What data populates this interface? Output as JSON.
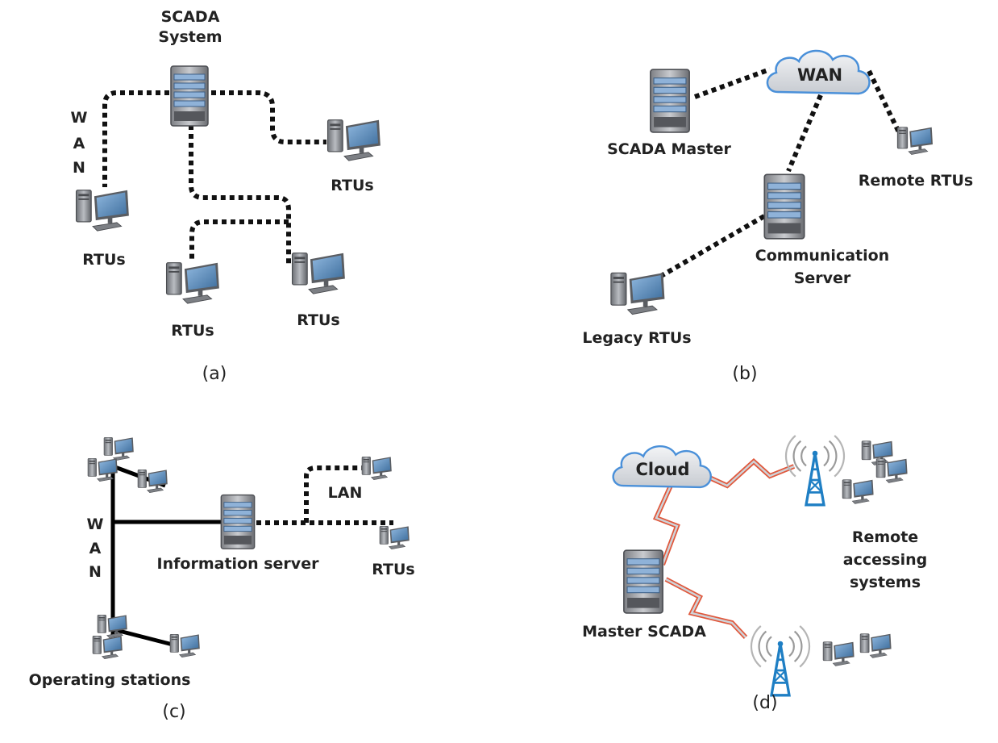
{
  "panel_a": {
    "caption": "(a)",
    "server_label_line1": "SCADA",
    "server_label_line2": "System",
    "link_label_letters": [
      "W",
      "A",
      "N"
    ],
    "rtu_labels": [
      "RTUs",
      "RTUs",
      "RTUs",
      "RTUs"
    ]
  },
  "panel_b": {
    "caption": "(b)",
    "cloud_label": "WAN",
    "master_label": "SCADA Master",
    "remote_label": "Remote RTUs",
    "comm_label_line1": "Communication",
    "comm_label_line2": "Server",
    "legacy_label": "Legacy RTUs"
  },
  "panel_c": {
    "caption": "(c)",
    "link_label_letters": [
      "W",
      "A",
      "N"
    ],
    "lan_label": "LAN",
    "server_label": "Information server",
    "rtu_label": "RTUs",
    "stations_label": "Operating stations"
  },
  "panel_d": {
    "caption": "(d)",
    "cloud_label": "Cloud",
    "master_label": "Master SCADA",
    "remote_label_line1": "Remote",
    "remote_label_line2": "accessing",
    "remote_label_line3": "systems"
  },
  "colors": {
    "dotted_link": "#111111",
    "wan_line": "#000000",
    "cloud_fill": "#dfe2e6",
    "cloud_stroke": "#4a90d9",
    "wireless_link": "#e0583c",
    "tower": "#1f7fc4",
    "screen": "#4f86b8"
  },
  "icons": [
    "server-icon",
    "rtu-computer-icon",
    "cloud-icon",
    "radio-tower-icon"
  ]
}
